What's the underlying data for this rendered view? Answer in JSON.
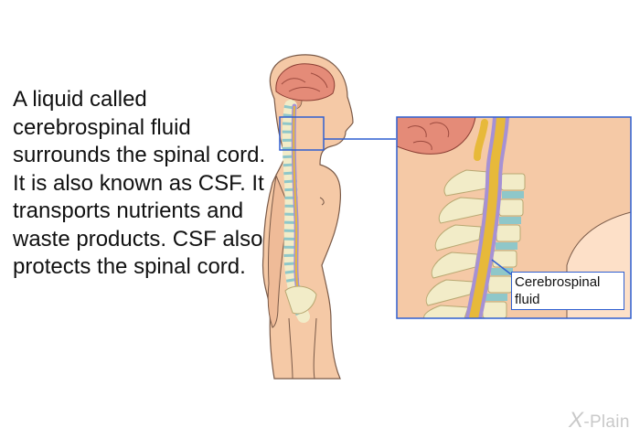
{
  "body_text": "A liquid called cerebrospinal fluid surrounds the spinal cord. It is also known as CSF. It transports nutrients and waste products. CSF also protects the spinal cord.",
  "callout": {
    "label": "Cerebrospinal fluid"
  },
  "brand": {
    "x": "X",
    "rest": "-Plain"
  },
  "colors": {
    "skin": "#f5c9a6",
    "skin_shade": "#e8a987",
    "outline": "#7a5a48",
    "bone": "#f2ecc8",
    "disc": "#8fc7c9",
    "cord": "#e7b93a",
    "csf": "#a691d4",
    "brain": "#e48b78",
    "callout_box": "#2f5fd0",
    "brand": "#c9c9c9"
  },
  "icons": [
    "side-profile-body-illustration",
    "spine-closeup-illustration"
  ]
}
